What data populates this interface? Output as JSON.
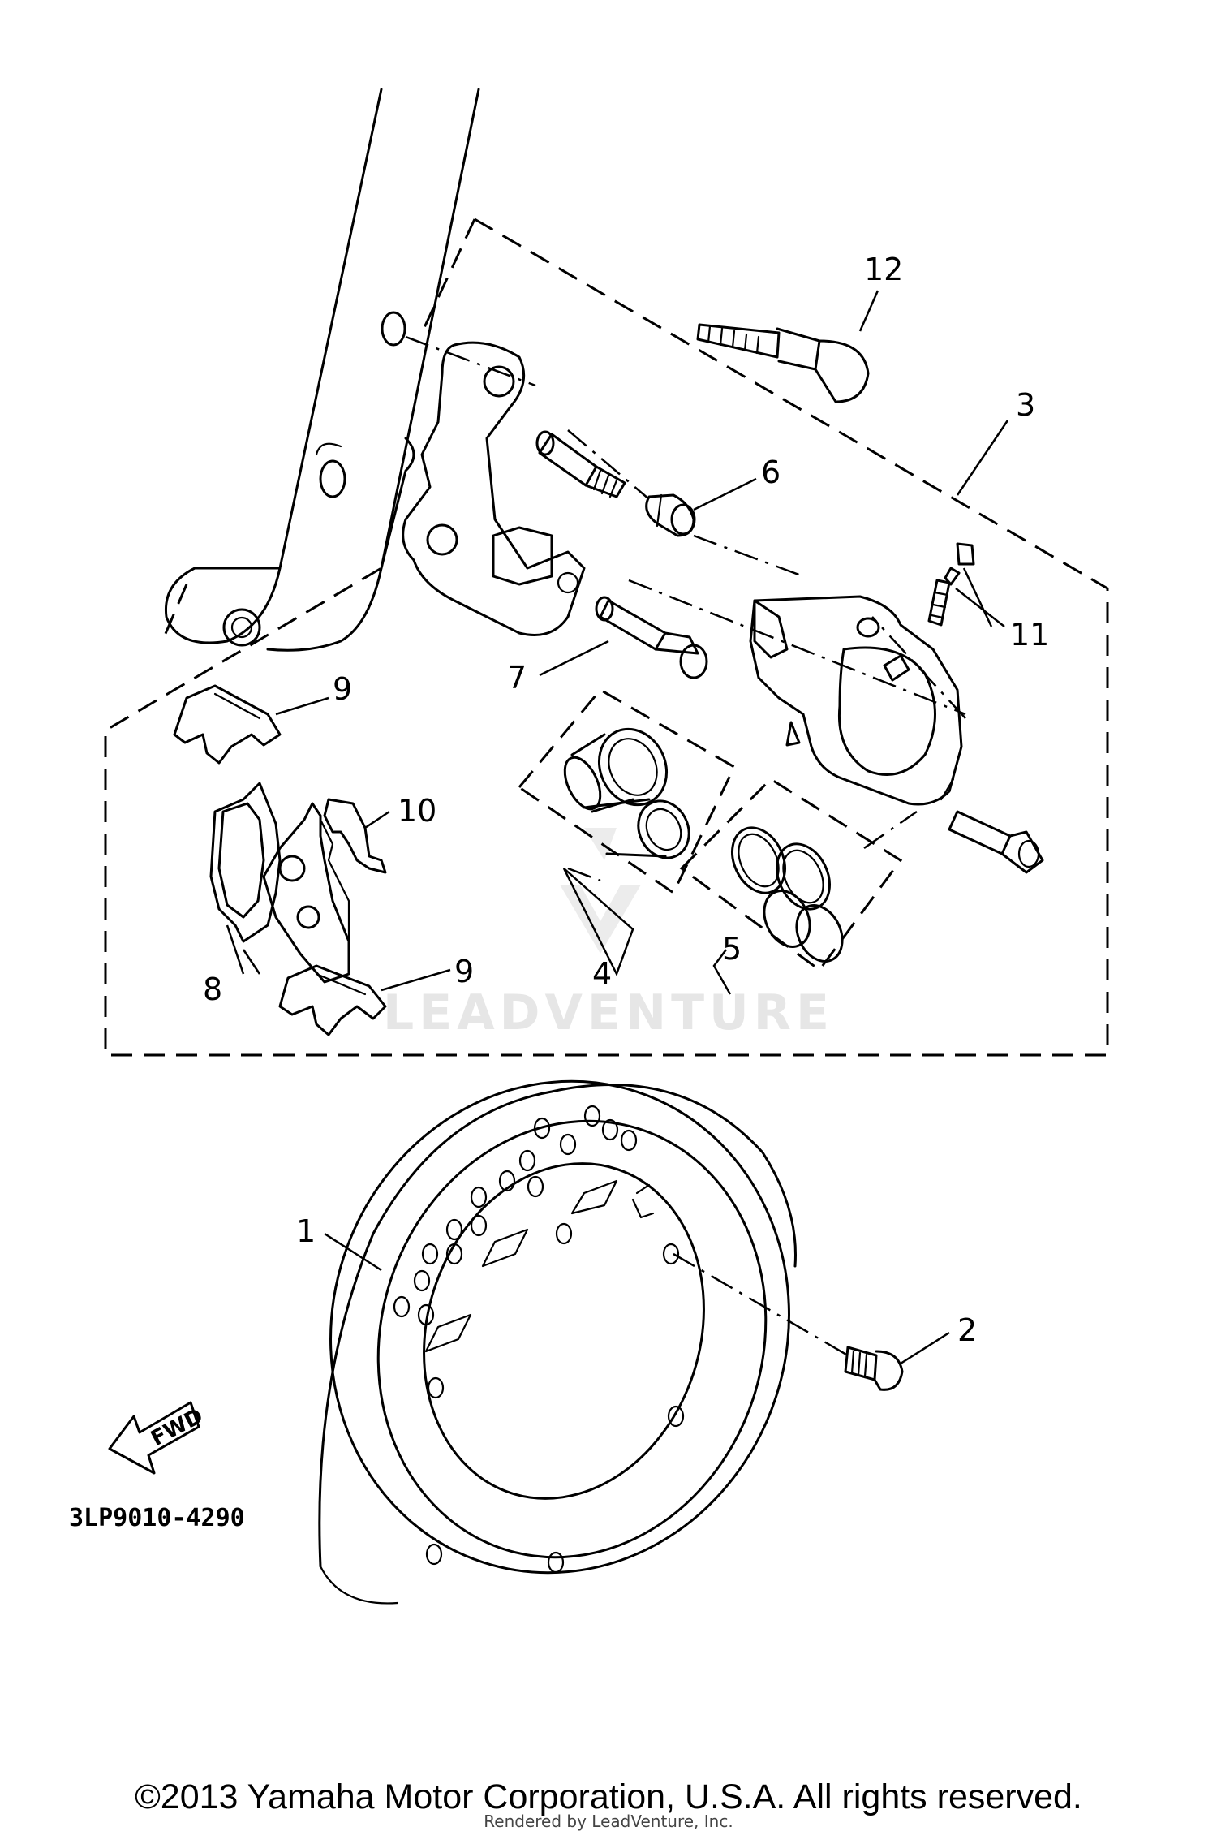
{
  "callouts": {
    "c1": "1",
    "c2": "2",
    "c3": "3",
    "c4": "4",
    "c5": "5",
    "c6": "6",
    "c7": "7",
    "c8": "8",
    "c9a": "9",
    "c9b": "9",
    "c10": "10",
    "c11": "11",
    "c12": "12"
  },
  "fwd_label": "FWD",
  "diagram_code": "3LP9010-4290",
  "watermark": "LEADVENTURE",
  "footer": {
    "copyright": "©2013 Yamaha Motor Corporation, U.S.A. All rights reserved.",
    "rendered": "Rendered by LeadVenture, Inc."
  }
}
